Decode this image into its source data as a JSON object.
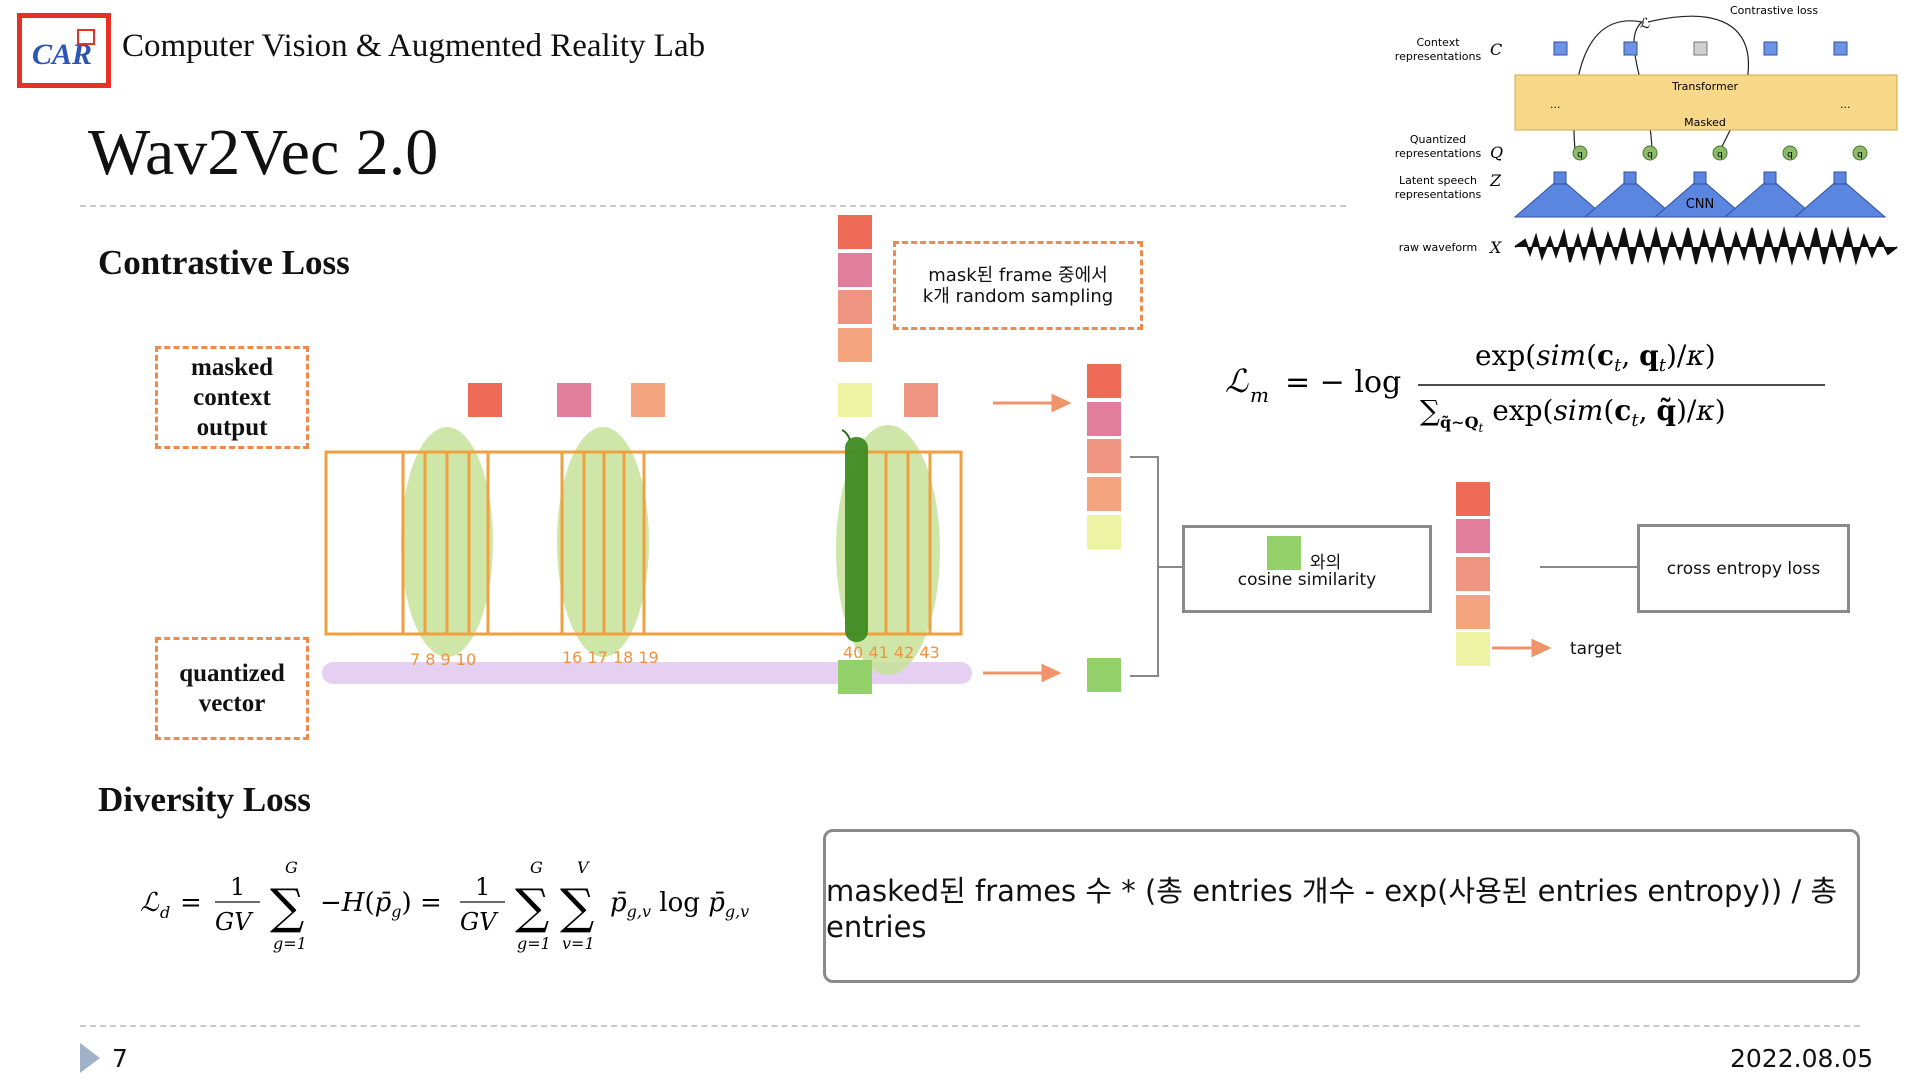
{
  "header": {
    "lab_name": "Computer Vision & Augmented Reality Lab",
    "slide_title": "Wav2Vec 2.0",
    "logo_text": "CAR"
  },
  "sections": {
    "contrastive": "Contrastive Loss",
    "diversity": "Diversity Loss"
  },
  "labels": {
    "masked_lines": [
      "masked",
      "context",
      "output"
    ],
    "quantized_lines": [
      "quantized",
      "vector"
    ],
    "sampling_lines": [
      "mask된 frame 중에서",
      "k개 random sampling"
    ],
    "cosine_suffix": "와의",
    "cosine": "cosine similarity",
    "cross_entropy": "cross entropy loss",
    "target": "target"
  },
  "frame_numbers": {
    "group1": "7 8 9 10",
    "group2": "16 17 18 19",
    "group3": "40 41 42 43"
  },
  "diversity_note": "masked된 frames 수 * (총 entries 개수 - exp(사용된 entries entropy)) / 총 entries",
  "footer": {
    "page": "7",
    "date": "2022.08.05"
  },
  "arch": {
    "contrastive_loss": "Contrastive loss",
    "context_label": "Context representations",
    "quantized_label": "Quantized representations",
    "latent_label": "Latent speech representations",
    "raw_label": "raw waveform",
    "transformer": "Transformer",
    "masked": "Masked",
    "cnn": "CNN",
    "ellipsis": "...",
    "loss_symbol": "ℒ",
    "q_node": "q",
    "sym_c": "C",
    "sym_q": "Q",
    "sym_z": "Z",
    "sym_x": "X"
  },
  "colors": {
    "red": "#ee6b57",
    "pink": "#e07e9b",
    "salmon": "#ef9480",
    "peach": "#f4a57f",
    "yellow": "#eef3a4",
    "green": "#93d06a",
    "orange_box": "#f0a040",
    "logo_red": "#e53227"
  }
}
